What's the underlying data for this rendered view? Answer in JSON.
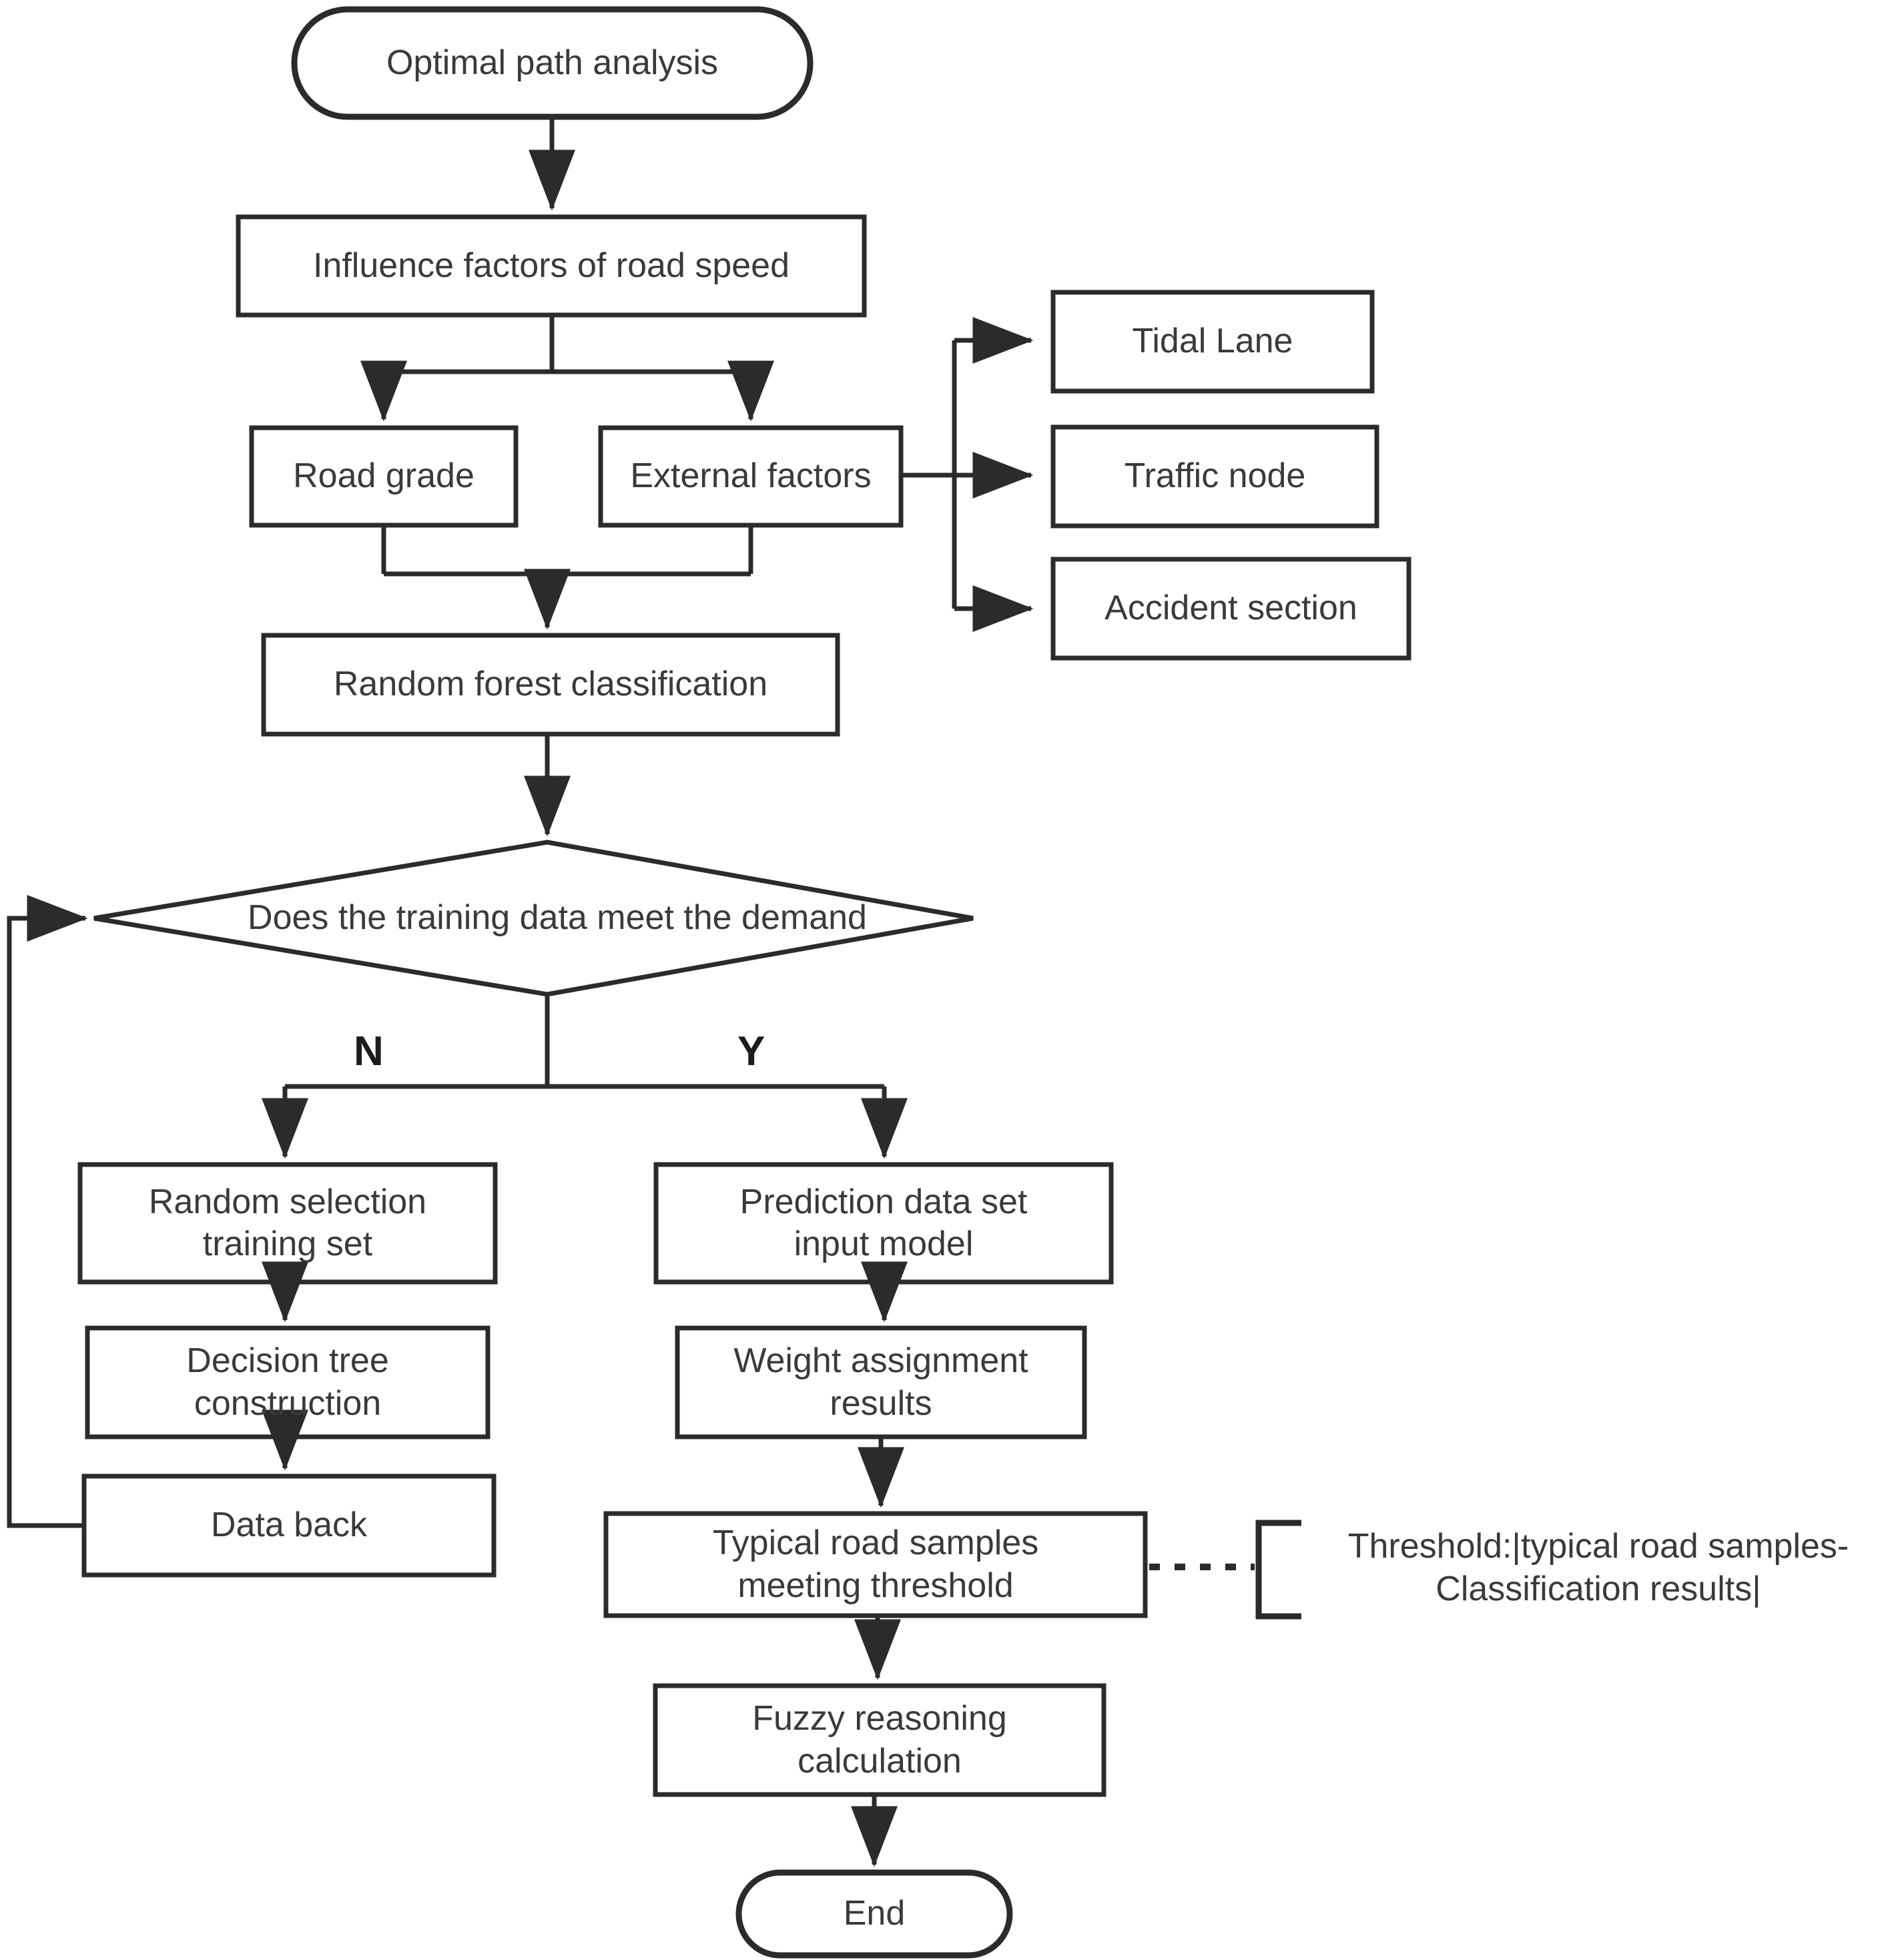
{
  "diagram": {
    "type": "flowchart",
    "title": "Optimal path analysis flowchart",
    "colors": {
      "stroke": "#2b2b2b",
      "text": "#3a3a3a",
      "background": "#ffffff"
    },
    "nodes": {
      "start": {
        "label": "Optimal path analysis",
        "shape": "stadium"
      },
      "influence_factors": {
        "label": "Influence factors of road speed",
        "shape": "rect"
      },
      "road_grade": {
        "label": "Road grade",
        "shape": "rect"
      },
      "external_factors": {
        "label": "External factors",
        "shape": "rect"
      },
      "tidal_lane": {
        "label": "Tidal Lane",
        "shape": "rect"
      },
      "traffic_node": {
        "label": "Traffic node",
        "shape": "rect"
      },
      "accident_section": {
        "label": "Accident section",
        "shape": "rect"
      },
      "random_forest": {
        "label": "Random forest classification",
        "shape": "rect"
      },
      "decision": {
        "label": "Does the training data meet the demand",
        "shape": "diamond"
      },
      "random_selection": {
        "label": "Random selection\ntraining set",
        "shape": "rect"
      },
      "decision_tree": {
        "label": "Decision tree\nconstruction",
        "shape": "rect"
      },
      "data_back": {
        "label": "Data back",
        "shape": "rect"
      },
      "prediction_input": {
        "label": "Prediction data set\ninput model",
        "shape": "rect"
      },
      "weight_assignment": {
        "label": "Weight assignment\nresults",
        "shape": "rect"
      },
      "typical_samples": {
        "label": "Typical road samples\nmeeting threshold",
        "shape": "rect"
      },
      "fuzzy_reasoning": {
        "label": "Fuzzy reasoning\ncalculation",
        "shape": "rect"
      },
      "end": {
        "label": "End",
        "shape": "stadium"
      }
    },
    "edge_labels": {
      "branch_no": "N",
      "branch_yes": "Y"
    },
    "annotation": {
      "label": "Threshold:|typical road samples-\nClassification results|",
      "connector": "dotted"
    }
  }
}
